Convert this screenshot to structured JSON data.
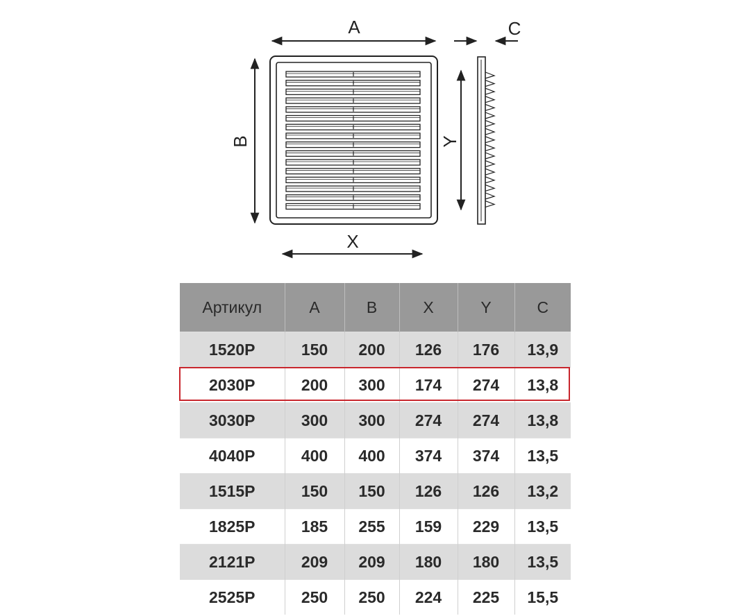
{
  "diagram": {
    "labels": {
      "a": "A",
      "b": "B",
      "x": "X",
      "y": "Y",
      "c": "C"
    }
  },
  "table": {
    "headers": [
      "Артикул",
      "A",
      "B",
      "X",
      "Y",
      "C"
    ],
    "rows": [
      [
        "1520Р",
        "150",
        "200",
        "126",
        "176",
        "13,9"
      ],
      [
        "2030Р",
        "200",
        "300",
        "174",
        "274",
        "13,8"
      ],
      [
        "3030Р",
        "300",
        "300",
        "274",
        "274",
        "13,8"
      ],
      [
        "4040Р",
        "400",
        "400",
        "374",
        "374",
        "13,5"
      ],
      [
        "1515Р",
        "150",
        "150",
        "126",
        "126",
        "13,2"
      ],
      [
        "1825Р",
        "185",
        "255",
        "159",
        "229",
        "13,5"
      ],
      [
        "2121Р",
        "209",
        "209",
        "180",
        "180",
        "13,5"
      ],
      [
        "2525Р",
        "250",
        "250",
        "224",
        "225",
        "15,5"
      ]
    ],
    "highlighted_row": 1,
    "highlight_color": "#c8262d"
  }
}
